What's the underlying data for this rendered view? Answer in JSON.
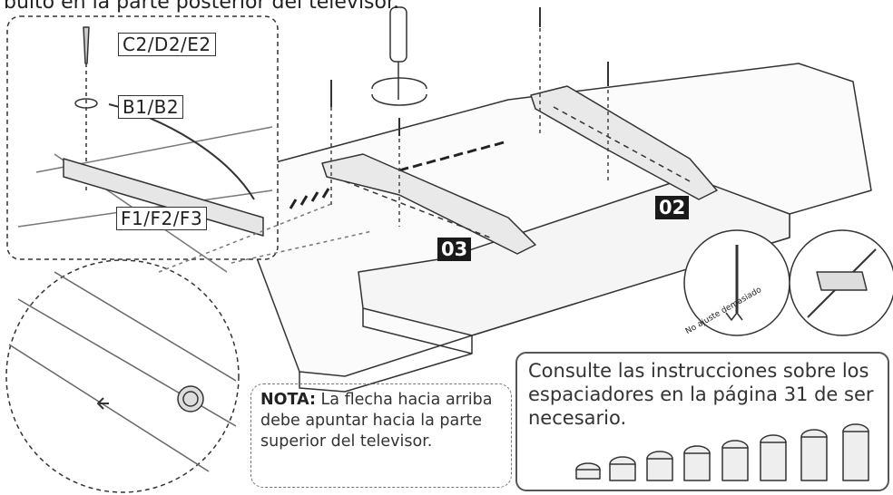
{
  "caption": "bulto en la parte posterior del televisor.",
  "labels": {
    "screw": "C2/D2/E2",
    "washer": "B1/B2",
    "spacer": "F1/F2/F3"
  },
  "steps": {
    "right_bracket": "02",
    "left_bracket": "03"
  },
  "note": {
    "title": "NOTA:",
    "text": "La flecha hacia arriba debe apuntar hacia la parte superior del televisor."
  },
  "info": {
    "text": "Consulte las instrucciones sobre los espaciadores en la página 31 de ser necesario."
  },
  "warning": {
    "stamp": "No ajuste demasiado"
  }
}
